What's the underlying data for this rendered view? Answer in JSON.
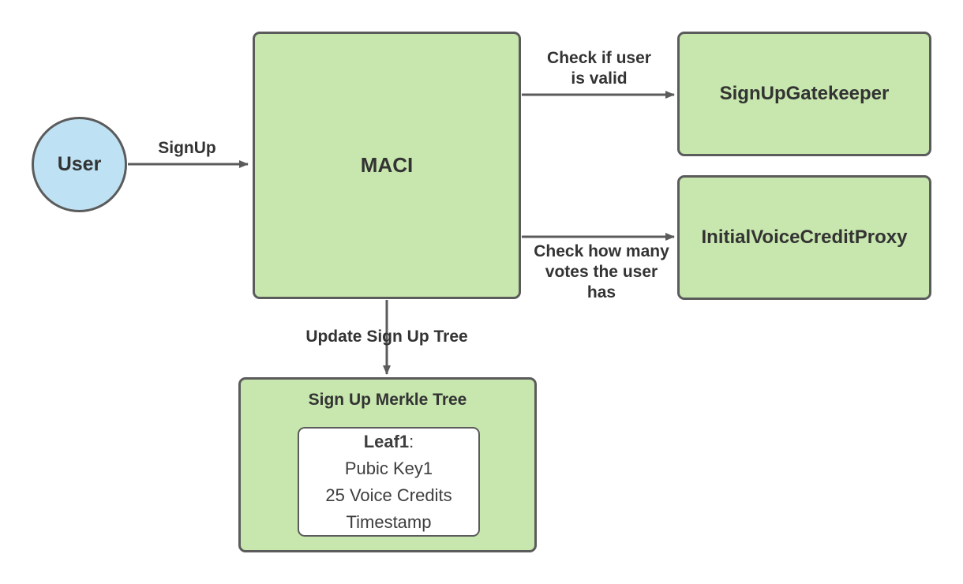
{
  "diagram": {
    "nodes": {
      "user": {
        "label": "User",
        "shape": "circle"
      },
      "maci": {
        "label": "MACI",
        "shape": "rect"
      },
      "gatekeeper": {
        "label": "SignUpGatekeeper",
        "shape": "rect"
      },
      "voiceproxy": {
        "label": "InitialVoiceCreditProxy",
        "shape": "rect"
      },
      "merkle": {
        "title": "Sign Up Merkle Tree",
        "leaf": {
          "name": "Leaf1",
          "separator": ":",
          "lines": [
            "Pubic Key1",
            "25 Voice Credits",
            "Timestamp"
          ]
        }
      }
    },
    "edges": {
      "signup": {
        "label": "SignUp",
        "from": "user",
        "to": "maci"
      },
      "check_valid": {
        "label": "Check if user\nis valid",
        "from": "maci",
        "to": "gatekeeper"
      },
      "check_votes": {
        "label": "Check how many\nvotes the user\nhas",
        "from": "maci",
        "to": "voiceproxy"
      },
      "update_tree": {
        "label": "Update Sign Up Tree",
        "from": "maci",
        "to": "merkle"
      }
    },
    "colors": {
      "green": "#c7e7ae",
      "blue": "#bee2f4",
      "border": "#5b5b5b",
      "text": "#333333",
      "leaf_text": "#3d3d3d",
      "white": "#ffffff",
      "page_bg": "#ffffff"
    }
  }
}
